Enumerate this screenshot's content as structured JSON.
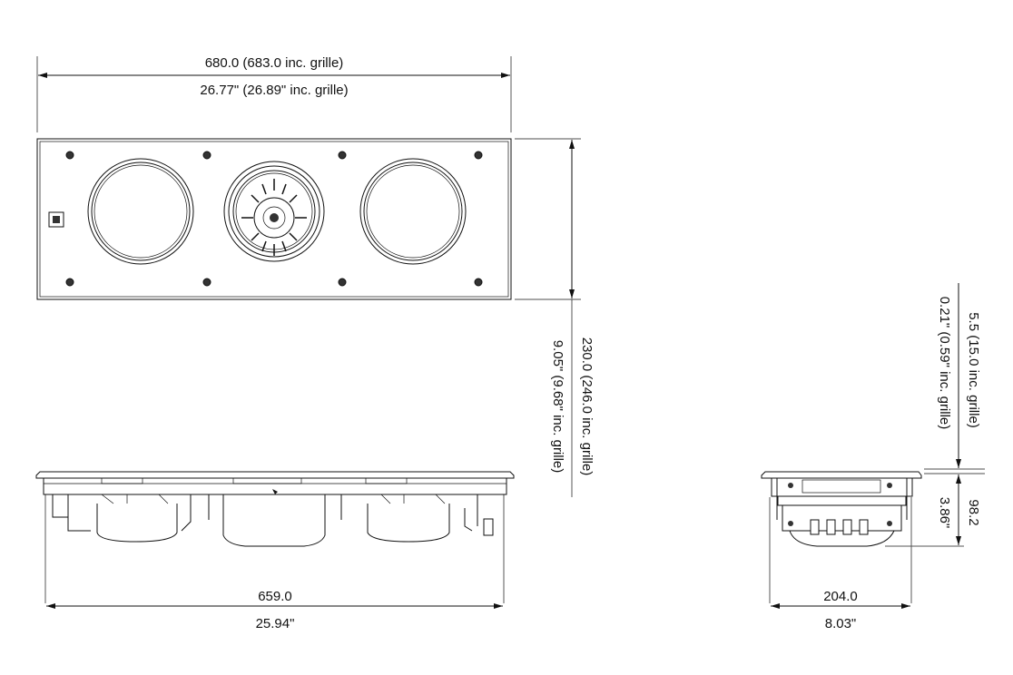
{
  "front_view": {
    "width_mm": "680.0  (683.0 inc. grille)",
    "width_in": "26.77\"  (26.89\" inc. grille)",
    "height_mm": "230.0  (246.0 inc. grille)",
    "height_in": "9.05\"  (9.68\" inc. grille)"
  },
  "bottom_view": {
    "width_mm": "659.0",
    "width_in": "25.94\""
  },
  "side_view": {
    "flange_mm": "5.5  (15.0 inc. grille)",
    "flange_in": "0.21\"  (0.59\" inc. grille)",
    "depth_mm": "98.2",
    "depth_in": "3.86\"",
    "width_mm": "204.0",
    "width_in": "8.03\""
  }
}
